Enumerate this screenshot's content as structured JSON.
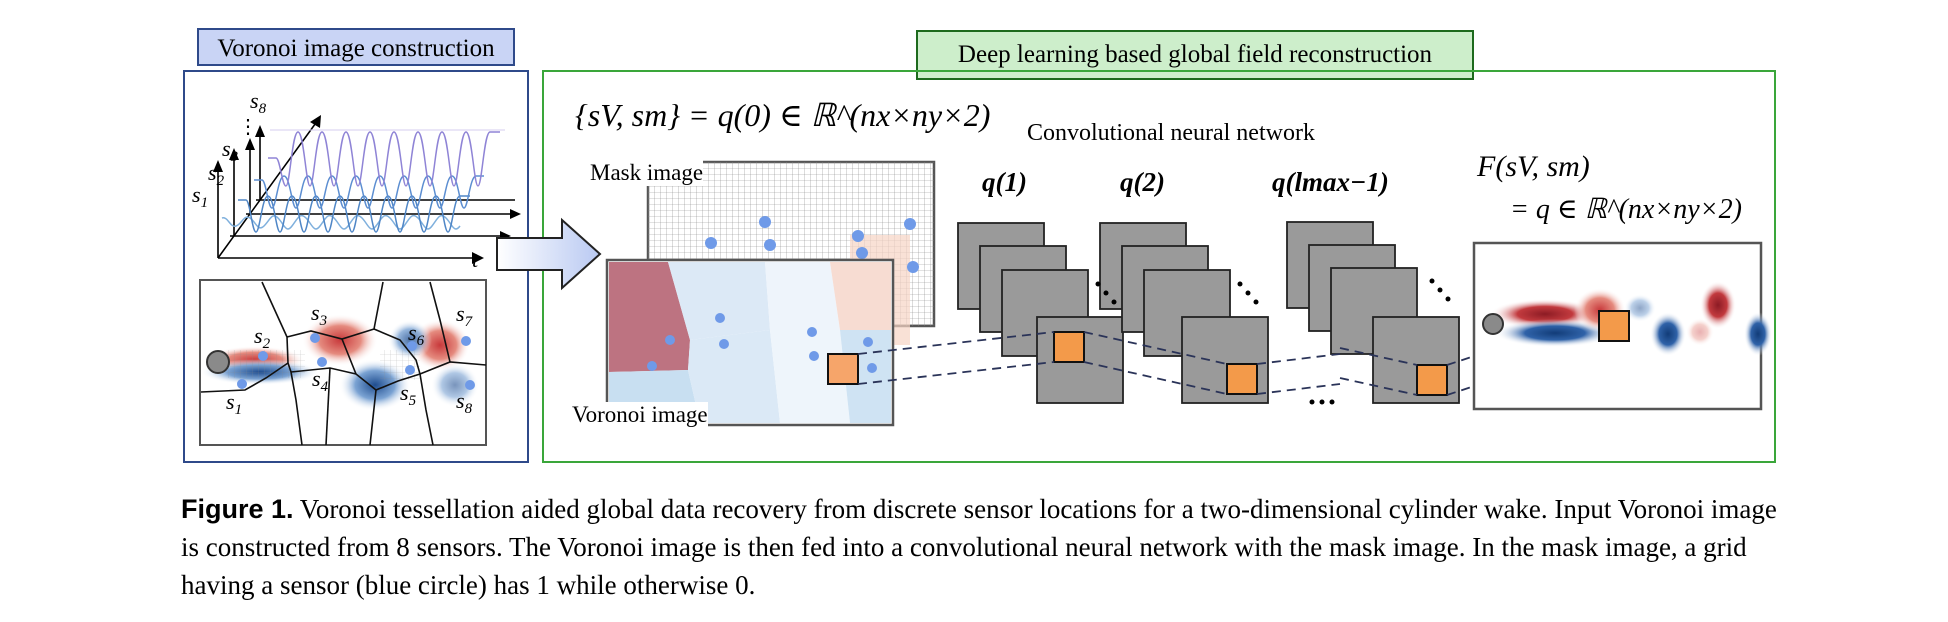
{
  "left_panel": {
    "title": "Voronoi image construction"
  },
  "right_panel": {
    "title": "Deep learning based global field reconstruction"
  },
  "axis_labels": {
    "s8": "s8",
    "dots": "⋮",
    "s3": "s3",
    "s2": "s2",
    "s1": "s1",
    "t": "t"
  },
  "sensor_labels": [
    "s1",
    "s2",
    "s3",
    "s4",
    "s5",
    "s6",
    "s7",
    "s8"
  ],
  "input_equation": "{sV, sm} = q(0) ∈ ℝ^(nx×ny×2)",
  "mask_image_label": "Mask image",
  "voronoi_image_label": "Voronoi image",
  "cnn_label": "Convolutional neural network",
  "layer_labels": [
    "q(1)",
    "q(2)",
    "q(lmax−1)"
  ],
  "output_equation_line1": "F(sV, sm)",
  "output_equation_line2": "= q ∈ ℝ^(nx×ny×2)",
  "caption": {
    "heading": "Figure 1.",
    "text": "Voronoi tessellation aided global data recovery from discrete sensor locations for a two-dimensional cylinder wake. Input Voronoi image is constructed from 8 sensors. The Voronoi image is then fed into a convolutional neural network with the mask image. In the mask image, a grid having a sensor (blue circle) has 1 while otherwise 0."
  },
  "colors": {
    "left_frame": "#2f4a8a",
    "right_frame": "#3aa63a",
    "sensor": "#6f9ae8",
    "patch": "#f39a4a",
    "layer": "#9a9a9a"
  }
}
